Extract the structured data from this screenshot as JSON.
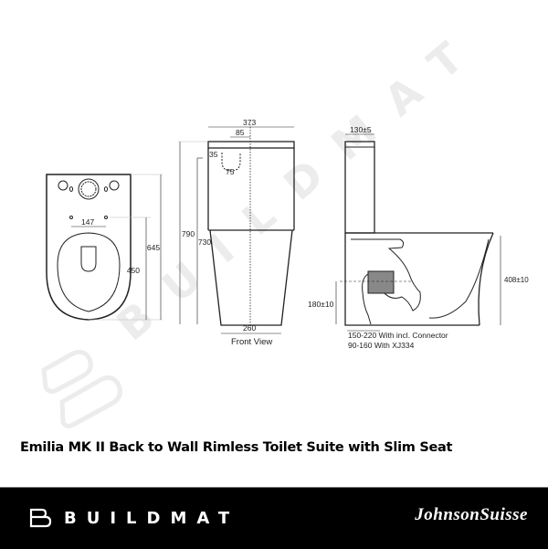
{
  "product": {
    "title": "Emilia MK II Back to Wall Rimless Toilet Suite with Slim Seat"
  },
  "watermark": {
    "text": "BUILDMAT",
    "color": "#ececec"
  },
  "top_view": {
    "dimensions": {
      "hole_spacing": "147",
      "seat_depth": "450",
      "overall_depth": "645"
    }
  },
  "front_view": {
    "label": "Front View",
    "dimensions": {
      "total_height": "790",
      "pan_height": "730",
      "cistern_width": "373",
      "button_offset": "85",
      "button_inset": "35",
      "button_width": "75",
      "base_width": "260"
    }
  },
  "side_view": {
    "dimensions": {
      "cistern_depth": "130±5",
      "seat_height": "408±10",
      "outlet_height": "180±10"
    },
    "notes": [
      "150-220 With incl. Connector",
      "90-160 With XJ334"
    ]
  },
  "footer": {
    "brand_left": "BUILDMAT",
    "brand_right": "JohnsonSuisse",
    "background": "#000000",
    "text_color": "#ffffff"
  }
}
